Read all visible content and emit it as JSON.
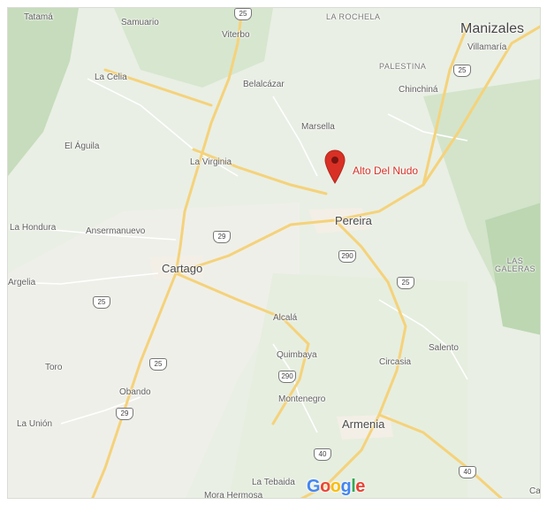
{
  "map": {
    "places": {
      "tatama": "Tatamá",
      "samuario": "Samuario",
      "viterbo": "Viterbo",
      "la_rochela": "LA ROCHELA",
      "manizales": "Manizales",
      "villamaria": "Villamaría",
      "palestina": "PALESTINA",
      "chinchina": "Chinchiná",
      "la_celia": "La Celia",
      "belalcazar": "Belalcázar",
      "marsella": "Marsella",
      "el_aguila": "El Águila",
      "la_virginia": "La Virginia",
      "pereira": "Pereira",
      "la_hondura": "La Hondura",
      "anserma_nuevo": "Ansermanuevo",
      "cartago": "Cartago",
      "argelia": "Argelia",
      "las_galeras": "LAS GALERAS",
      "alcala": "Alcalá",
      "quimbaya": "Quimbaya",
      "toro": "Toro",
      "obando": "Obando",
      "circasia": "Circasia",
      "salento": "Salento",
      "montenegro": "Montenegro",
      "armenia": "Armenia",
      "la_union": "La Unión",
      "la_tebaida": "La Tebaida",
      "mora_hermosa": "Mora Hermosa",
      "cal": "Ca"
    },
    "marker": {
      "label": "Alto Del Nudo",
      "color": "#d93025"
    },
    "road_shields": [
      "25",
      "29",
      "25",
      "290",
      "25",
      "25",
      "25",
      "29",
      "290",
      "40",
      "40"
    ],
    "logo": {
      "letters": [
        "G",
        "o",
        "o",
        "g",
        "l",
        "e"
      ],
      "colors": [
        "#4285f4",
        "#ea4335",
        "#fbbc05",
        "#4285f4",
        "#34a853",
        "#ea4335"
      ]
    },
    "colors": {
      "land": "#e9efe4",
      "forest": "#c9dfc0",
      "valley": "#f1f1ec",
      "road_major": "#f7d67c",
      "road_minor": "#ffffff"
    }
  }
}
